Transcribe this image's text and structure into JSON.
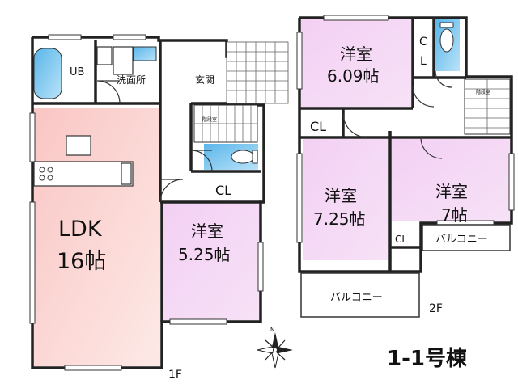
{
  "plan": {
    "building_label": "1-1号棟",
    "floor1_label": "1F",
    "floor2_label": "2F",
    "compass_north": "N",
    "stair_label_1f": "階段室",
    "stair_label_2f": "階段室"
  },
  "rooms_1f": {
    "ub": "UB",
    "washroom": "洗面所",
    "entrance": "玄関",
    "ldk_name": "LDK",
    "ldk_size": "16帖",
    "bedroom_name": "洋室",
    "bedroom_size": "5.25帖",
    "closet": "CL"
  },
  "rooms_2f": {
    "room_a_name": "洋室",
    "room_a_size": "6.09帖",
    "room_b_name": "洋室",
    "room_b_size": "7.25帖",
    "room_c_name": "洋室",
    "room_c_size": "7帖",
    "closet_top_1": "C",
    "closet_top_2": "L",
    "closet_mid": "CL",
    "closet_small": "CL",
    "balcony_right": "バルコニー",
    "balcony_bottom": "バルコニー"
  },
  "colors": {
    "ldk_fill": "#f7cfcc",
    "bedroom_fill": "#f1d4f2",
    "bath_fill": "#7fc8ef",
    "wall": "#222222"
  }
}
